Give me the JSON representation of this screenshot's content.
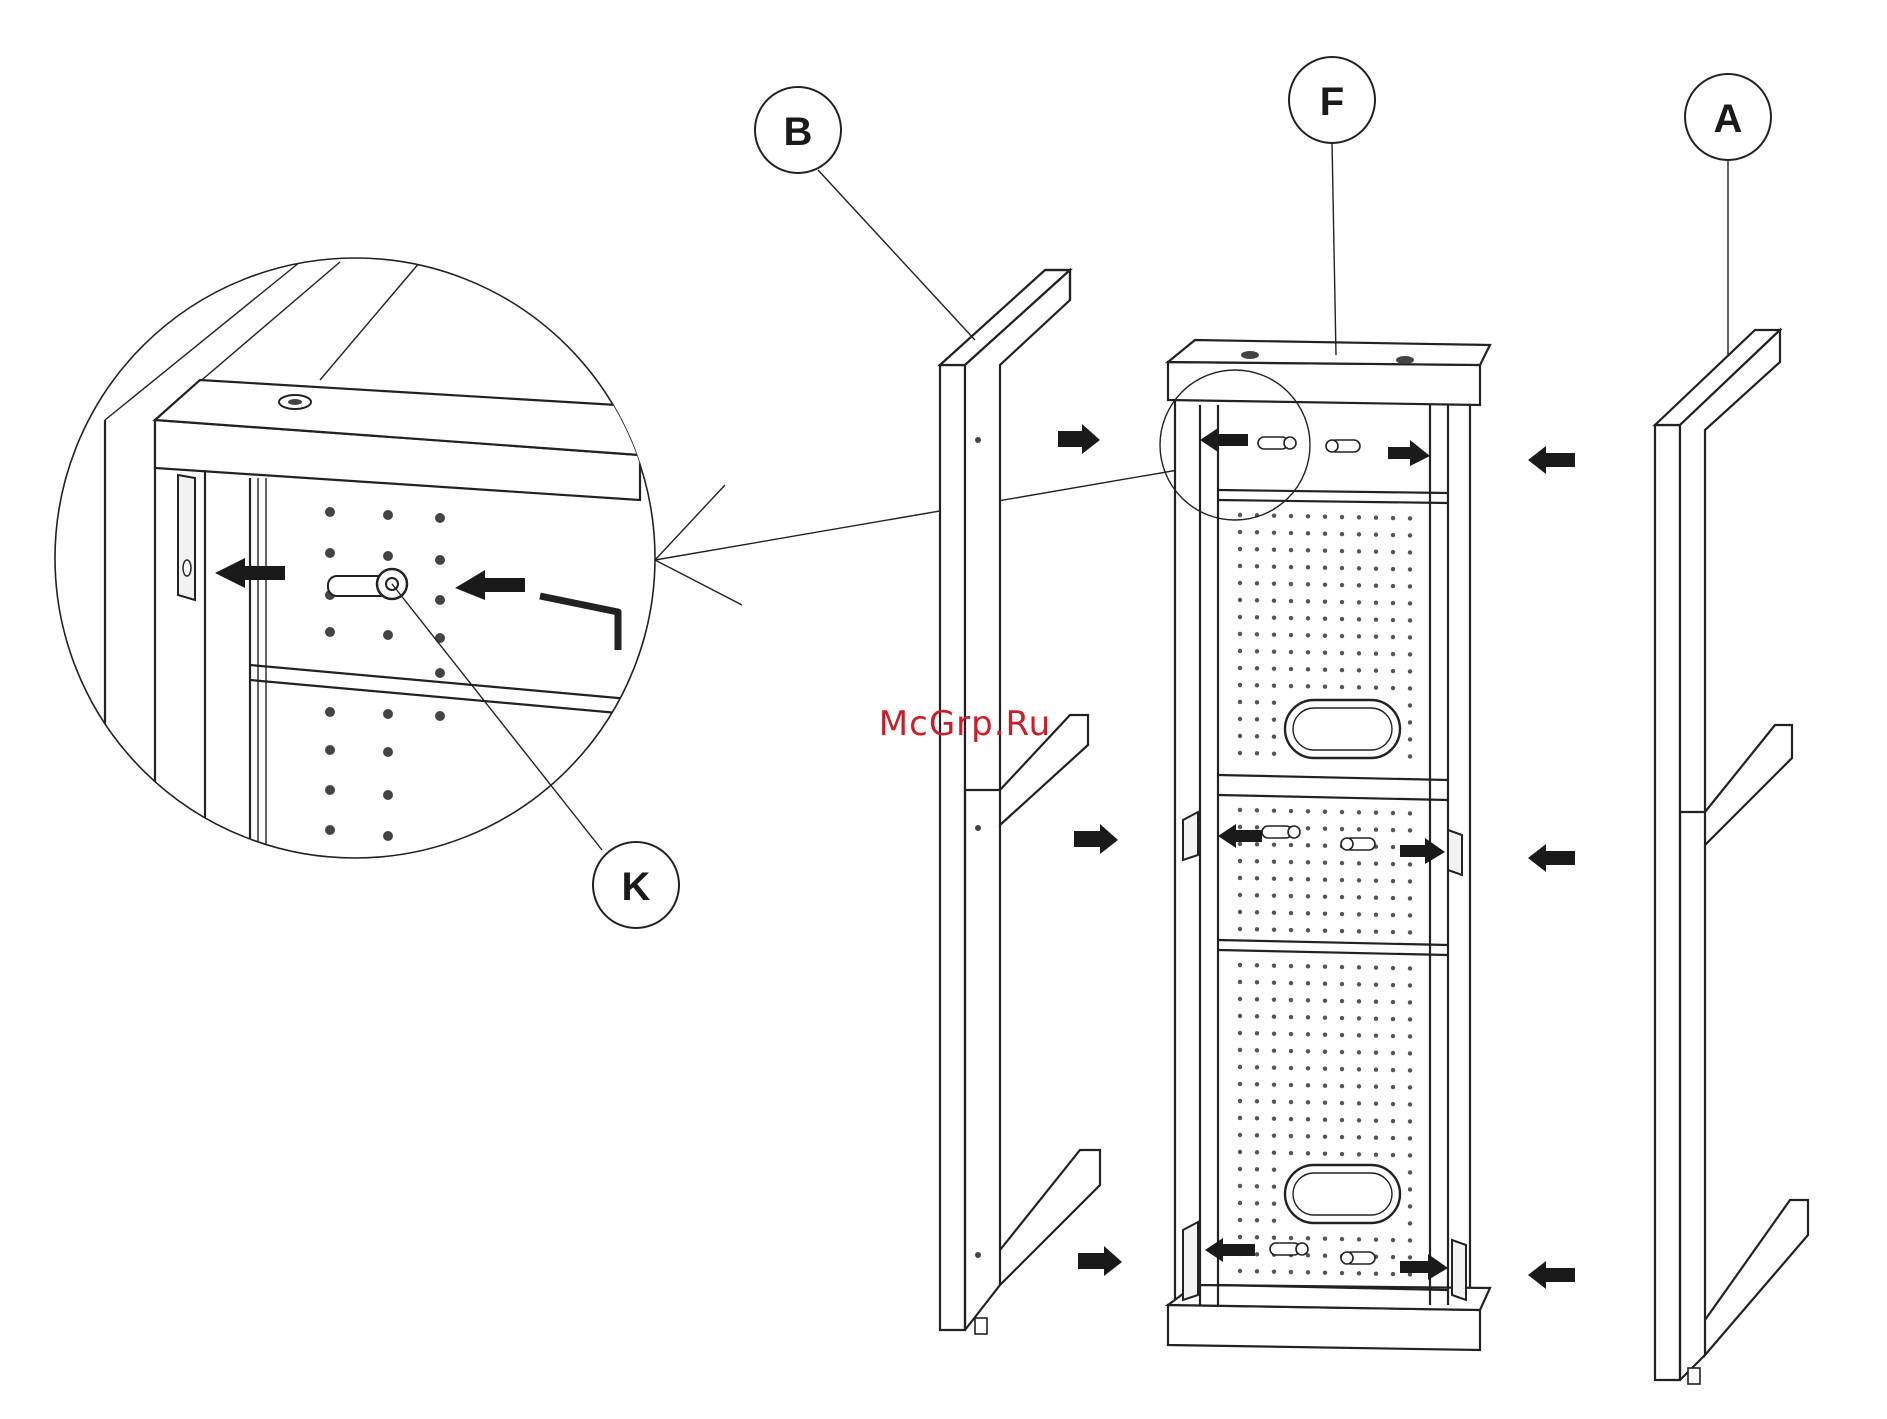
{
  "callouts": {
    "b": "B",
    "f": "F",
    "a": "A",
    "k": "K"
  },
  "watermark": "McGrp.Ru",
  "colors": {
    "line": "#222222",
    "watermark": "#c8202a",
    "background": "#ffffff"
  }
}
